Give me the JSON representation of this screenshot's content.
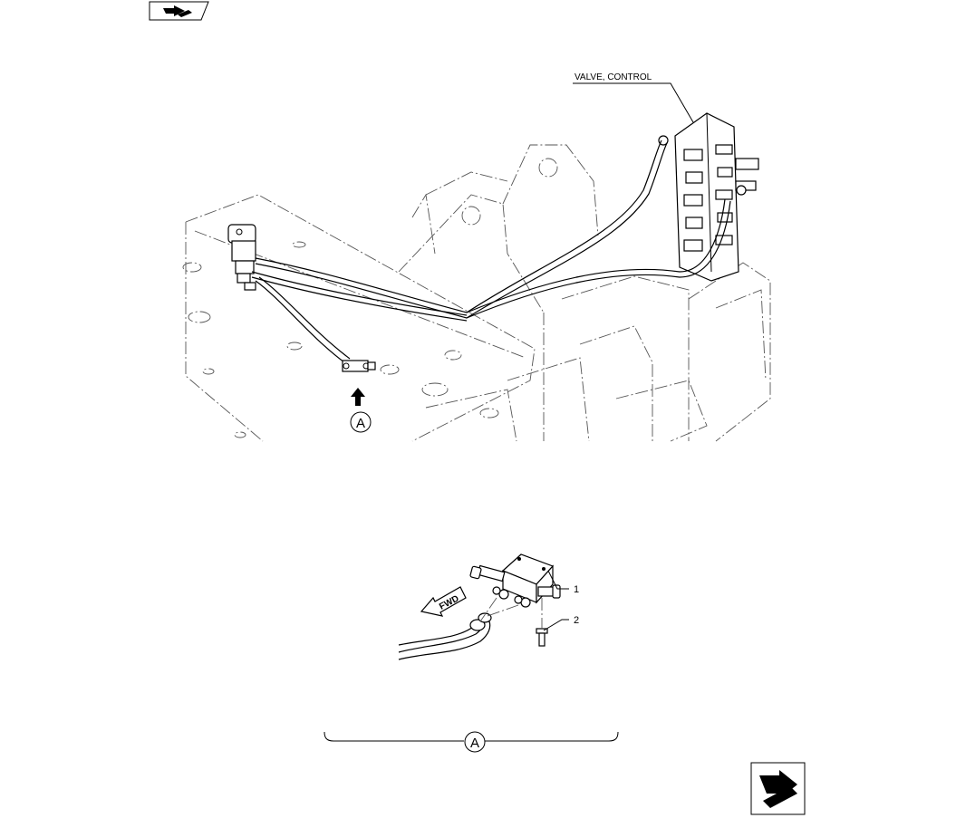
{
  "labels": {
    "valve_control": "VALVE, CONTROL",
    "callout_1": "1",
    "callout_2": "2",
    "view_marker_top": "A",
    "view_marker_bottom": "A",
    "fwd": "FWD"
  },
  "icons": {
    "top_nav": "prev-page-arrow-icon",
    "bottom_nav": "next-page-arrow-icon"
  }
}
